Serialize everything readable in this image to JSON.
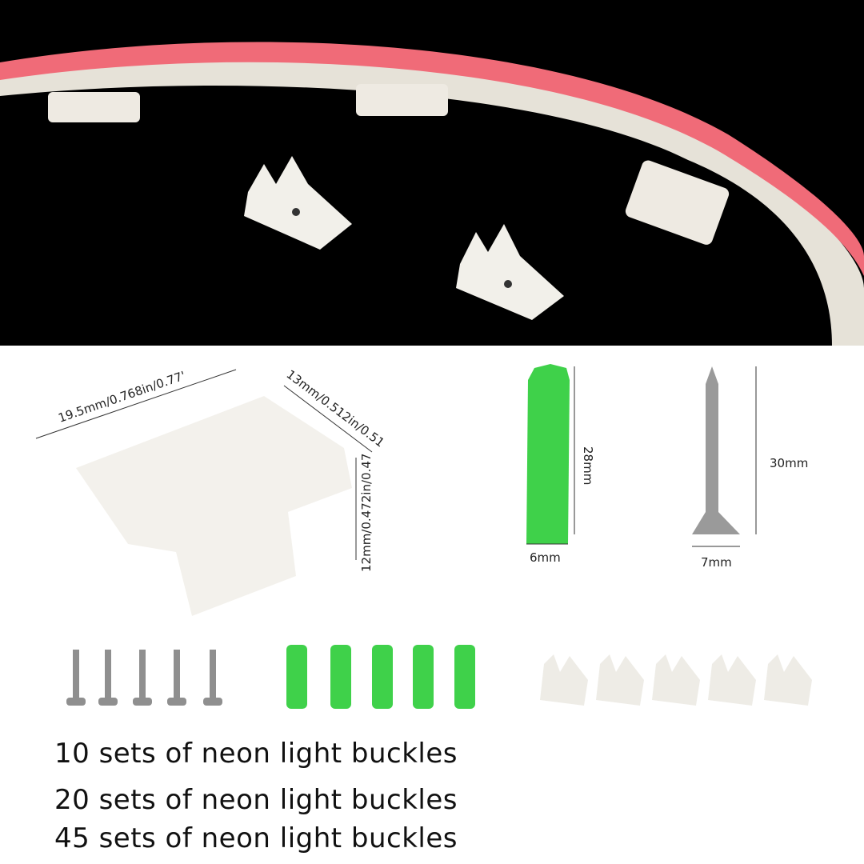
{
  "colors": {
    "neon": "#f06b78",
    "strip": "#e6e2d8",
    "anchor": "#3fd14a",
    "clip": "#f2f0ea",
    "background_top": "#000000"
  },
  "dimensions": {
    "clip_length": "19.5mm/0.768in/0.77'",
    "clip_width": "13mm/0.512in/0.51",
    "clip_height": "12mm/0.472in/0.47",
    "anchor_length": "28mm",
    "anchor_width": "6mm",
    "screw_length": "30mm",
    "screw_width": "7mm"
  },
  "captions": [
    "10 sets of neon light buckles",
    "20 sets of neon light buckles",
    "45 sets of neon light buckles"
  ]
}
